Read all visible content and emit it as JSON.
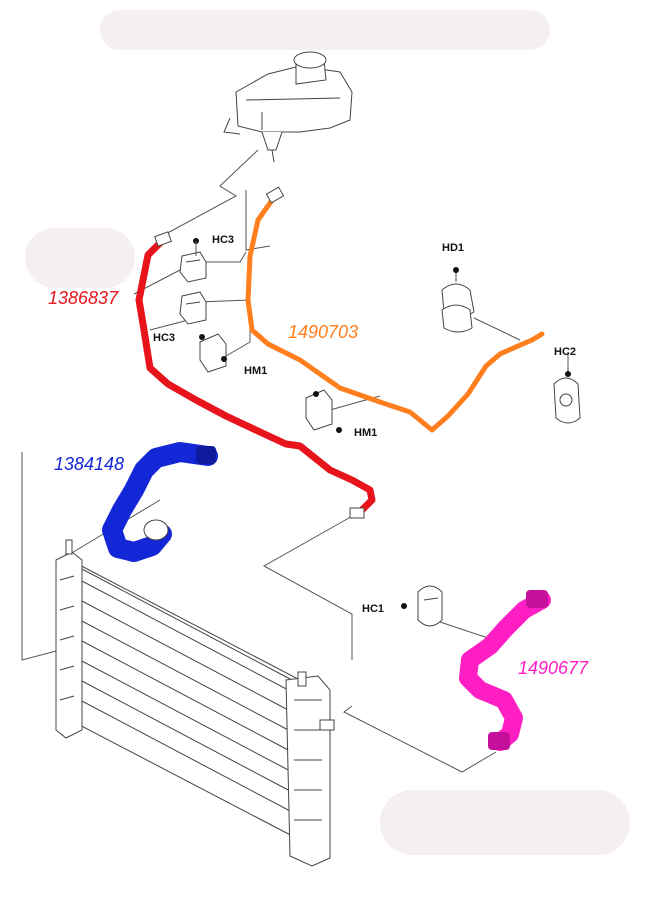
{
  "hoses": [
    {
      "part_number": "1386837",
      "color": "#e8141b"
    },
    {
      "part_number": "1490703",
      "color": "#ff7f1e"
    },
    {
      "part_number": "1384148",
      "color": "#1427d6"
    },
    {
      "part_number": "1490677",
      "color": "#ff1ec4"
    }
  ],
  "clips": {
    "hc3_upper": "HC3",
    "hc3_lower": "HC3",
    "hm1_left": "HM1",
    "hm1_right": "HM1",
    "hd1": "HD1",
    "hc2": "HC2",
    "hc1": "HC1"
  }
}
